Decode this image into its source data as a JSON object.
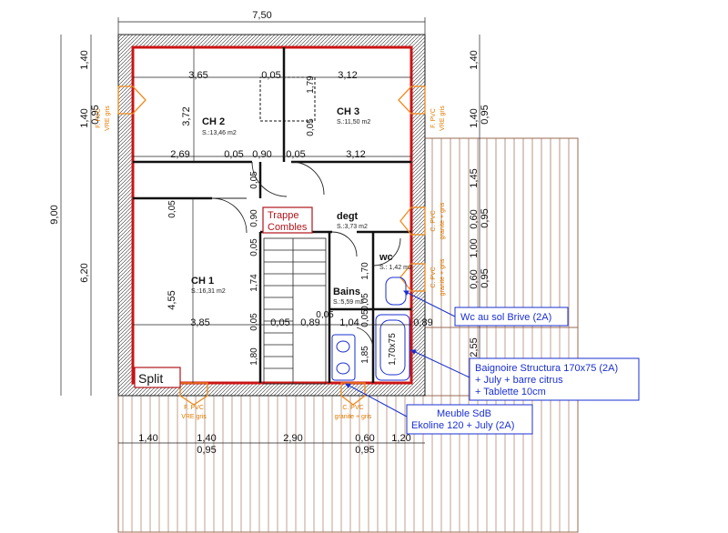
{
  "dims_top": {
    "total": "7,50"
  },
  "dims_left": {
    "total": "9,00",
    "upper": "6,20",
    "a": "1,40",
    "b": "1,40",
    "c": "0,95"
  },
  "dims_right": {
    "a": "1,40",
    "b": "1,40",
    "c": "0,95",
    "d": "1,45",
    "e": "0,60",
    "f": "0,95",
    "g": "1,00",
    "h": "0,60",
    "i": "0,95",
    "j": "2,55"
  },
  "dims_bottom": [
    "1,40",
    "1,40",
    "0,95",
    "2,90",
    "0,60",
    "0,95",
    "1,20"
  ],
  "interior_dims": {
    "ch2_w": "3,65",
    "gap1": "0,05",
    "ch3_w": "3,12",
    "ch2_h": "3,72",
    "v179": "1,79",
    "v005a": "0,05",
    "row2_a": "2,69",
    "row2_b": "0,05",
    "row2_c": "0,90",
    "row2_d": "0,05",
    "row2_e": "3,12",
    "v005b": "0,05",
    "v090": "0,90",
    "v005c": "0,05",
    "v005d": "0,05",
    "ch1_h": "4,55",
    "v174": "1,74",
    "v005e": "0,05",
    "v180": "1,80",
    "row3_a": "3,85",
    "row3_b": "0,05",
    "row3_c": "0,89",
    "row3_d": "1,04",
    "row3_e": "0,05",
    "row3_f": "0,89",
    "v005f": "0,05",
    "v170": "1,70",
    "v185": "1,85",
    "v005g": "0,05"
  },
  "rooms": {
    "ch2": {
      "name": "CH 2",
      "area": "S.:13,46 m2"
    },
    "ch3": {
      "name": "CH 3",
      "area": "S.:11,50 m2"
    },
    "ch1": {
      "name": "CH 1",
      "area": "S.:16,31 m2"
    },
    "degt": {
      "name": "degt",
      "area": "S.:3,73 m2"
    },
    "bains": {
      "name": "Bains",
      "area": "S.:5,59 m2"
    },
    "wc": {
      "name": "wc",
      "area": "S.: 1,42 m2"
    }
  },
  "windows": {
    "w1": {
      "l1": "F. PVC",
      "l2": "VRE gris"
    },
    "w2": {
      "l1": "F. PVC",
      "l2": "VRE gris"
    },
    "w3": {
      "l1": "C. PVC",
      "l2": "granite + gris"
    },
    "w4": {
      "l1": "C. PVC",
      "l2": "granite + gris"
    },
    "w5": {
      "l1": "F. PVC",
      "l2": "VRE  gris"
    },
    "w6": {
      "l1": "C. PVC",
      "l2": "granite + gris"
    }
  },
  "labels": {
    "trappe_1": "Trappe",
    "trappe_2": "Combles",
    "split": "Split",
    "bath_inner": "1,70x75"
  },
  "callouts": {
    "wc": "Wc au sol Brive (2A)",
    "bath_1": "Baignoire Structura 170x75 (2A)",
    "bath_2": "+ July + barre citrus",
    "bath_3": "+ Tablette 10cm",
    "meuble_1": "Meuble SdB",
    "meuble_2": "Ekoline 120 + July (2A)"
  },
  "colors": {
    "wall": "#cc1414",
    "window": "#f08a1c",
    "callout": "#1a2fd0",
    "deck": "#9a6a52"
  }
}
